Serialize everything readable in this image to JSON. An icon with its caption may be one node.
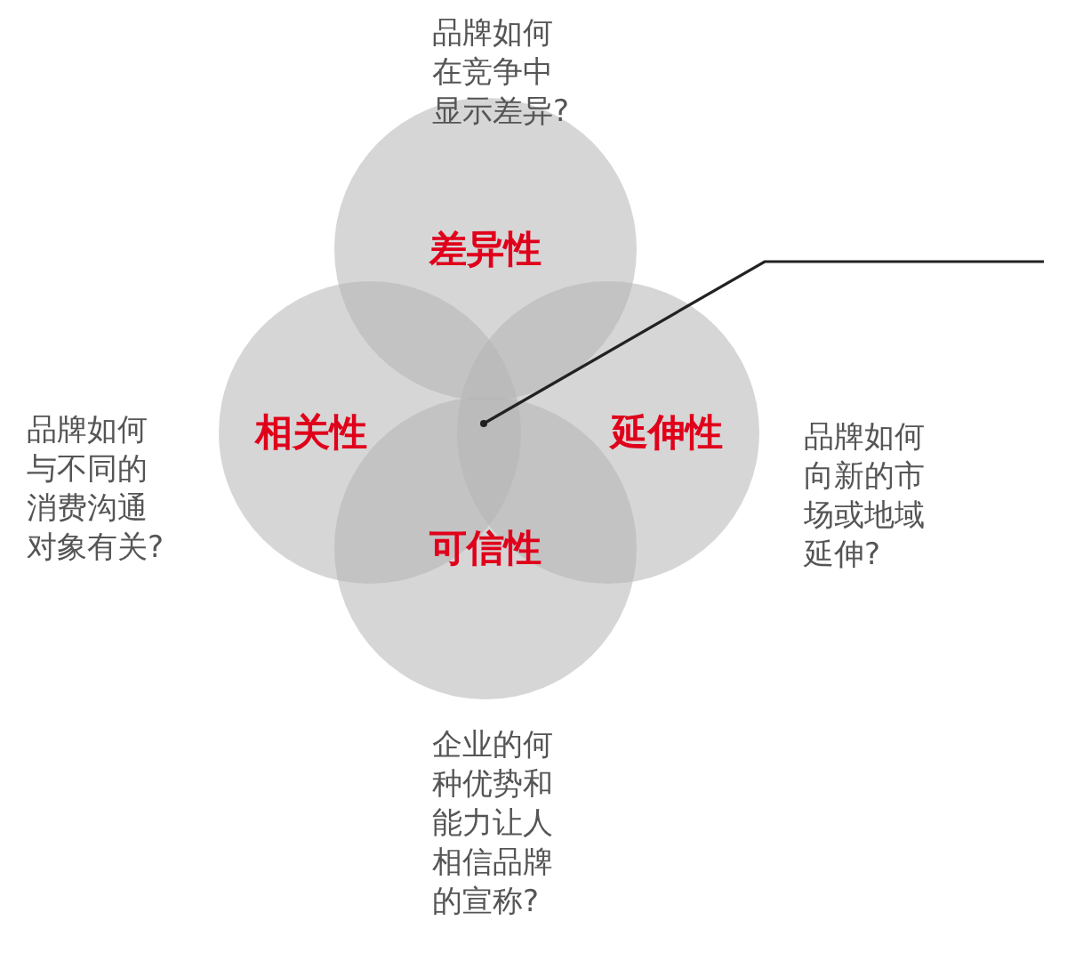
{
  "diagram": {
    "nodes": [
      {
        "text": [
          "差异性"
        ],
        "beside": [
          "品牌如何在竞争中显示差异?"
        ]
      },
      {
        "text": [
          "相关性"
        ],
        "beside": [
          "品牌如何与不同的消费沟通对象有关?"
        ]
      },
      {
        "text": [
          "延伸性"
        ],
        "beside": [
          "品牌如何向新的市场或地域延伸?"
        ]
      },
      {
        "text": [
          "可信性"
        ],
        "beside": [
          "企业的何种优势和能力让人相信品牌的宣称?"
        ]
      },
      {
        "text": [],
        "shape": "circle"
      }
    ],
    "edges": [
      {
        "from": null,
        "to": 4,
        "arrow": "none"
      }
    ]
  }
}
